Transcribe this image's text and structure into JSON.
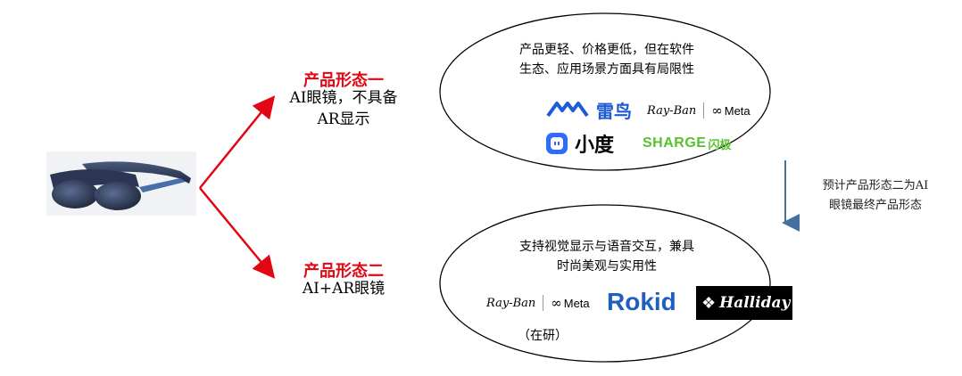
{
  "form_one": {
    "title": "产品形态一",
    "subtitle_line1": "AI眼镜，不具备",
    "subtitle_line2": "AR显示"
  },
  "form_two": {
    "title": "产品形态二",
    "subtitle_line1": "AI+AR眼镜"
  },
  "ellipse_one": {
    "desc_line1": "产品更轻、价格更低，但在软件",
    "desc_line2": "生态、应用场景方面具有局限性",
    "logos": {
      "leishen": "雷鸟",
      "rayban": "Ray-Ban",
      "meta": "Meta",
      "xiaodu": "小度",
      "sharge": "SHARGE",
      "sharge_cn": "闪极"
    }
  },
  "ellipse_two": {
    "desc_line1": "支持视觉显示与语音交互，兼具",
    "desc_line2": "时尚美观与实用性",
    "logos": {
      "rayban": "Ray-Ban",
      "meta": "Meta",
      "rokid": "Rokid",
      "halliday": "Halliday"
    },
    "in_dev": "（在研）"
  },
  "side_note": {
    "line1": "预计产品形态二为AI",
    "line2": "眼镜最终产品形态"
  },
  "colors": {
    "arrow_red": "#e30613",
    "arrow_blue": "#41719c",
    "rokid_blue": "#1f5fbf",
    "leishen_blue": "#1e5bd6",
    "sharge_green": "#59c02e",
    "xiaodu_blue": "#2f6bff"
  }
}
